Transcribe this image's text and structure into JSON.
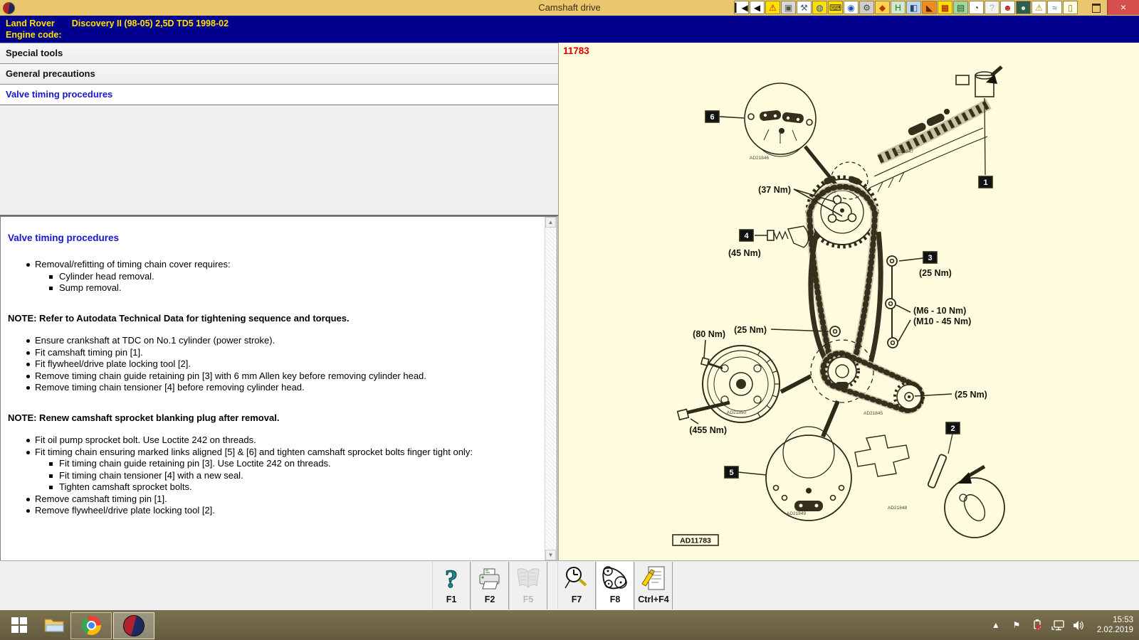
{
  "window": {
    "title": "Camshaft drive",
    "close_glyph": "×"
  },
  "titlebar": {
    "icons": [
      {
        "name": "nav-first-icon",
        "glyph": "▎◀",
        "bg": "#ffffff",
        "fg": "#111"
      },
      {
        "name": "nav-back-icon",
        "glyph": "◀",
        "bg": "#ffffff",
        "fg": "#111"
      },
      {
        "name": "hazard-warning-icon",
        "glyph": "⚠",
        "bg": "#ffe000",
        "fg": "#d00000"
      },
      {
        "name": "window-module-icon",
        "glyph": "▣",
        "bg": "#d8d8d8",
        "fg": "#555"
      },
      {
        "name": "repair-tools-icon",
        "glyph": "⚒",
        "bg": "#ffffff",
        "fg": "#3a5f8a"
      },
      {
        "name": "internet-icon",
        "glyph": "◍",
        "bg": "#ffe000",
        "fg": "#1a4fd0"
      },
      {
        "name": "input-device-icon",
        "glyph": "⌨",
        "bg": "#ffe000",
        "fg": "#333"
      },
      {
        "name": "cd-rom-icon",
        "glyph": "◉",
        "bg": "#ffffff",
        "fg": "#1a4fd0"
      },
      {
        "name": "pump-tool-icon",
        "glyph": "⚙",
        "bg": "#cfcfcf",
        "fg": "#444"
      },
      {
        "name": "road-test-icon",
        "glyph": "◆",
        "bg": "#ffd24d",
        "fg": "#b33a00"
      },
      {
        "name": "vehicle-lift-icon",
        "glyph": "H",
        "bg": "#cfe8cf",
        "fg": "#1e6e2e"
      },
      {
        "name": "car-hoist-icon",
        "glyph": "◧",
        "bg": "#bcd6ee",
        "fg": "#23456e"
      },
      {
        "name": "spray-gun-icon",
        "glyph": "◣",
        "bg": "#f08a24",
        "fg": "#5a2a00"
      },
      {
        "name": "radio-code-icon",
        "glyph": "▦",
        "bg": "#ffe000",
        "fg": "#a00000"
      },
      {
        "name": "printer-unit-icon",
        "glyph": "▤",
        "bg": "#9fd89f",
        "fg": "#1e4e1e"
      },
      {
        "name": "service-gauge-icon",
        "glyph": "◔",
        "bg": "#ffffff",
        "fg": "#333"
      },
      {
        "name": "help-disabled-icon",
        "glyph": "?",
        "bg": "#f2f2f2",
        "fg": "#b0b0b0"
      },
      {
        "name": "airbag-icon",
        "glyph": "☻",
        "bg": "#ffffff",
        "fg": "#c02020"
      },
      {
        "name": "abs-unit-icon",
        "glyph": "●",
        "bg": "#2e5e4e",
        "fg": "#cfe8cf"
      },
      {
        "name": "warning-car-icon",
        "glyph": "⚠",
        "bg": "#ffffff",
        "fg": "#c08000"
      },
      {
        "name": "wiring-diagram-icon",
        "glyph": "≈",
        "bg": "#ffffff",
        "fg": "#2a6ad0"
      },
      {
        "name": "switch-panel-icon",
        "glyph": "▯",
        "bg": "#fffbe0",
        "fg": "#8a7a20"
      }
    ]
  },
  "vehicle_header": {
    "make": "Land Rover",
    "model": "Discovery II (98-05) 2,5D TD5 1998-02",
    "engine_code_label": "Engine code:"
  },
  "sidebar": {
    "items": [
      {
        "id": "special-tools",
        "label": "Special tools",
        "selected": false
      },
      {
        "id": "general-precautions",
        "label": "General precautions",
        "selected": false
      },
      {
        "id": "valve-timing-procedures",
        "label": "Valve timing procedures",
        "selected": true
      }
    ]
  },
  "content": {
    "heading": "Valve timing procedures",
    "blocks": [
      {
        "type": "bullets",
        "items": [
          {
            "text": "Removal/refitting of timing chain cover requires:",
            "subs": [
              "Cylinder head removal.",
              "Sump removal."
            ]
          }
        ]
      },
      {
        "type": "note",
        "text": "NOTE: Refer to Autodata Technical Data for tightening sequence and torques."
      },
      {
        "type": "bullets",
        "items": [
          {
            "text": "Ensure crankshaft at TDC on No.1 cylinder (power stroke)."
          },
          {
            "text": "Fit camshaft timing pin [1]."
          },
          {
            "text": "Fit flywheel/drive plate locking tool [2]."
          },
          {
            "text": "Remove timing chain guide retaining pin [3] with 6 mm Allen key before removing cylinder head."
          },
          {
            "text": "Remove timing chain tensioner [4] before removing cylinder head."
          }
        ]
      },
      {
        "type": "note",
        "text": "NOTE: Renew camshaft sprocket blanking plug after removal."
      },
      {
        "type": "bullets",
        "items": [
          {
            "text": "Fit oil pump sprocket bolt. Use Loctite 242 on threads."
          },
          {
            "text": "Fit timing chain ensuring marked links aligned [5] & [6] and tighten camshaft sprocket bolts finger tight only:",
            "subs": [
              "Fit timing chain guide retaining pin [3]. Use Loctite 242 on threads.",
              "Fit timing chain tensioner [4] with a new seal.",
              "Tighten camshaft sprocket bolts."
            ]
          },
          {
            "text": "Remove camshaft timing pin [1]."
          },
          {
            "text": "Remove flywheel/drive plate locking tool [2]."
          }
        ]
      }
    ]
  },
  "diagram": {
    "figure_number": "11783",
    "figure_code": "AD11783",
    "torque_cam": "(37 Nm)",
    "torque_tensioner": "(45 Nm)",
    "torque_guide_top": "(25 Nm)",
    "torque_m6": "(M6 - 10 Nm)",
    "torque_m10": "(M10 - 45 Nm)",
    "torque_guide_left": "(25 Nm)",
    "torque_oil_pump": "(25 Nm)",
    "torque_pulley_bolt": "(80 Nm)",
    "torque_crank_bolt": "(455 Nm)",
    "box1": "1",
    "box2": "2",
    "box3": "3",
    "box4": "4",
    "box5": "5",
    "box6": "6",
    "code_inset6": "AD21846",
    "code_inset1": "AD21847",
    "code_pulley": "AD21850",
    "code_oil_pump": "AD21845",
    "code_inset5": "AD21849",
    "code_inset2": "AD21848"
  },
  "function_bar": {
    "buttons": [
      {
        "key": "F1",
        "name": "help",
        "icon": "help",
        "disabled": false,
        "active": false,
        "gap": false
      },
      {
        "key": "F2",
        "name": "print",
        "icon": "print",
        "disabled": false,
        "active": false,
        "gap": false
      },
      {
        "key": "F5",
        "name": "manual",
        "icon": "book",
        "disabled": true,
        "active": false,
        "gap": false
      },
      {
        "key": "F7",
        "name": "service-times",
        "icon": "gauge",
        "disabled": false,
        "active": false,
        "gap": true
      },
      {
        "key": "F8",
        "name": "drive-belts",
        "icon": "belt",
        "disabled": false,
        "active": true,
        "gap": false
      },
      {
        "key": "Ctrl+F4",
        "name": "notes",
        "icon": "notes",
        "disabled": false,
        "active": false,
        "gap": false
      }
    ]
  },
  "taskbar": {
    "time": "15:53",
    "date": "2.02.2019",
    "tray": [
      "hidden-icons",
      "action-center-flag",
      "usb-error",
      "network",
      "volume"
    ]
  }
}
